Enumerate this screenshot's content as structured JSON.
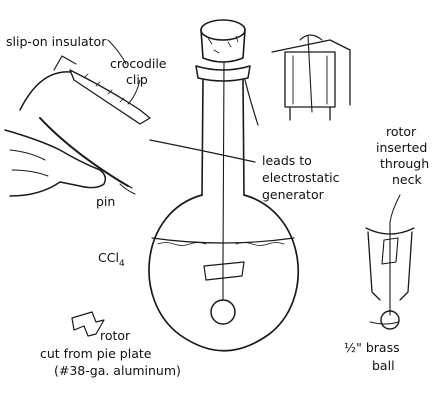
{
  "labels": {
    "slip_on_insulator": "slip-on insulator",
    "crocodile": "crocodile",
    "clip": "clip",
    "pin": "pin",
    "leads_to": "leads to",
    "electrostatic": "electrostatic",
    "generator": "generator",
    "ccl4_main": "CCl",
    "ccl4_sub": "4",
    "rotor_line1": "rotor",
    "rotor_line2": "inserted",
    "rotor_line3": "through",
    "rotor_line4": "neck",
    "cut_rotor": "rotor",
    "cut_from": "cut from pie plate",
    "aluminum": "(#38-ga. aluminum)",
    "brass": "½\" brass",
    "ball": "ball"
  }
}
